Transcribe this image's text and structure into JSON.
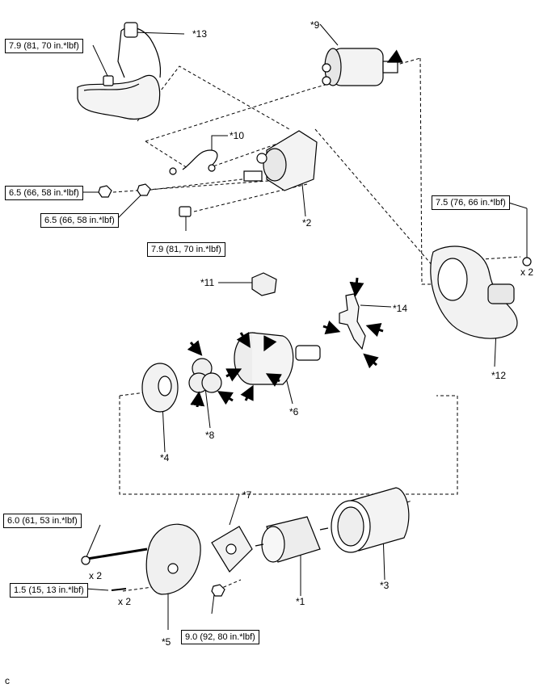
{
  "parts": {
    "p1": "*1",
    "p2": "*2",
    "p3": "*3",
    "p4": "*4",
    "p5": "*5",
    "p6": "*6",
    "p7": "*7",
    "p8": "*8",
    "p9": "*9",
    "p10": "*10",
    "p11": "*11",
    "p12": "*12",
    "p13": "*13",
    "p14": "*14"
  },
  "torques": {
    "t_cable_bolt": "7.9 (81, 70 in.*lbf)",
    "t_nut_left": "6.5 (66, 58 in.*lbf)",
    "t_nut_mid": "6.5 (66, 58 in.*lbf)",
    "t_solenoid_bolt": "7.9 (81, 70 in.*lbf)",
    "t_housing_nut": "7.5 (76, 66 in.*lbf)",
    "t_through_bolt": "6.0 (61, 53 in.*lbf)",
    "t_screw": "1.5 (15, 13 in.*lbf)",
    "t_brush_nut": "9.0 (92, 80 in.*lbf)"
  },
  "quantities": {
    "q_housing": "x 2",
    "q_through_bolt": "x 2",
    "q_screw": "x 2"
  },
  "footer": "c"
}
